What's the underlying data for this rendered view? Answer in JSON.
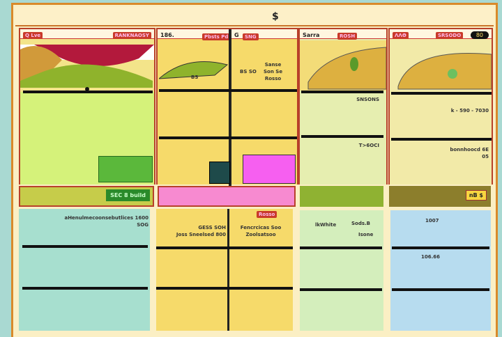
{
  "top": {
    "title": "$"
  },
  "columns": [
    {
      "left_label": "Q Lve",
      "right_label": "RANKNAOSY",
      "chart_text": "",
      "upper_text": "",
      "band_label": "SEC 8 build"
    },
    {
      "left_label": "186.",
      "right_label": "Pbsts Pd",
      "chart_text": "BS",
      "upper_text": ""
    },
    {
      "left_label": "G",
      "right_label": "SNG",
      "chart_text": "BS SO",
      "upper_lines": [
        "Sanse",
        "Son Se",
        "Rosso"
      ]
    },
    {
      "left_label": "Sarra",
      "right_label": "ROSH",
      "upper_text": "SNSONS",
      "upper_text2": "T>6OCI"
    },
    {
      "left_label": "ΛΛΘ",
      "right_label": "SRSODO",
      "badge": "80",
      "upper_text": "k - 590 - 7030",
      "upper_text2": "bonnhoocd 6E 05",
      "band_label": "nB $"
    }
  ],
  "lower": {
    "col1": {
      "line1": "aHenulmecoonsebutlices 1600",
      "line2": "SOG"
    },
    "col2": {
      "line1": "GESS SOH",
      "line2": "Joss Sneelsed 800"
    },
    "col3": {
      "badge": "Rosso",
      "line1": "Fencrcicas Soo",
      "line2": "Zoolsatsoo"
    },
    "col4": {
      "line1": "lkWhite",
      "line2": "Sods.B",
      "line3": "Isone"
    },
    "col5": {
      "line1": "1007",
      "line2": "106.66"
    }
  },
  "colors": {
    "frame": "#d98a2a",
    "accent": "#c93a2a",
    "pink": "#f65ff0"
  }
}
